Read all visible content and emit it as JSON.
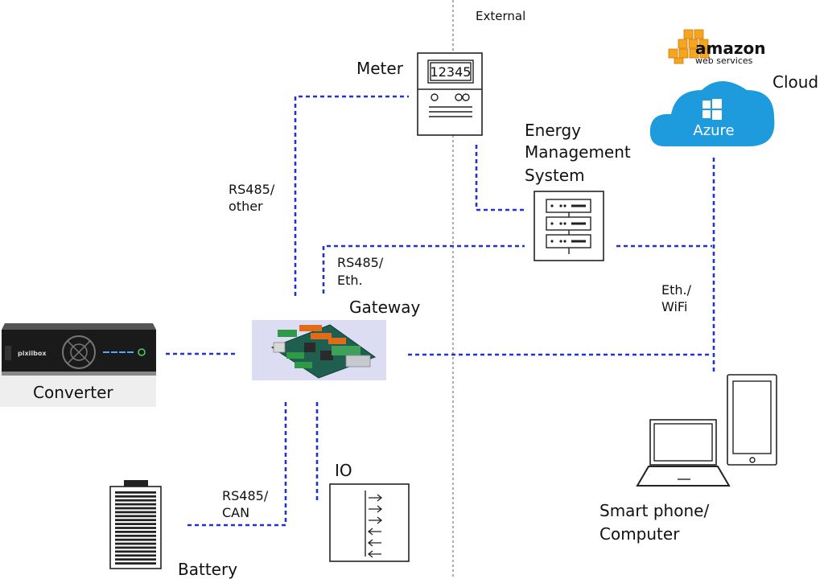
{
  "labels": {
    "external": "External",
    "meter": "Meter",
    "meter_display": "12345",
    "cloud": "Cloud",
    "ems_line1": "Energy",
    "ems_line2": "Management",
    "ems_line3": "System",
    "rs485_other_1": "RS485/",
    "rs485_other_2": "other",
    "rs485_eth_1": "RS485/",
    "rs485_eth_2": "Eth.",
    "gateway": "Gateway",
    "eth_wifi_1": "Eth./",
    "eth_wifi_2": "WiFi",
    "converter": "Converter",
    "converter_brand": "pixiibox",
    "rs485_can_1": "RS485/",
    "rs485_can_2": "CAN",
    "io": "IO",
    "battery": "Battery",
    "phone_1": "Smart phone/",
    "phone_2": "Computer",
    "aws_1": "amazon",
    "aws_2": "web services",
    "azure": "Azure"
  },
  "colors": {
    "link": "#2233cc",
    "azure": "#1e9bdc",
    "aws_orange": "#f7a51d",
    "divider": "#777777"
  }
}
